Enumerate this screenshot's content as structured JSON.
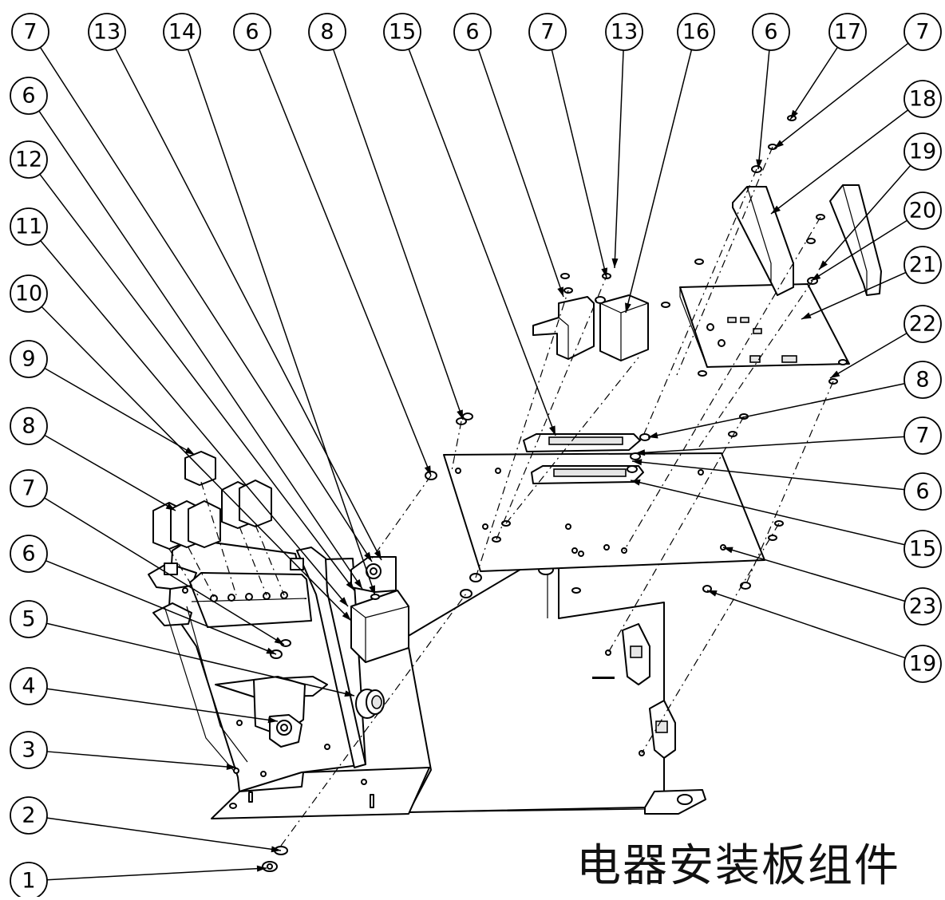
{
  "title": "电器安装板组件",
  "balloons": [
    {
      "label": "7"
    },
    {
      "label": "13"
    },
    {
      "label": "14"
    },
    {
      "label": "6"
    },
    {
      "label": "8"
    },
    {
      "label": "15"
    },
    {
      "label": "6"
    },
    {
      "label": "7"
    },
    {
      "label": "13"
    },
    {
      "label": "16"
    },
    {
      "label": "6"
    },
    {
      "label": "17"
    },
    {
      "label": "7"
    },
    {
      "label": "6"
    },
    {
      "label": "12"
    },
    {
      "label": "11"
    },
    {
      "label": "10"
    },
    {
      "label": "9"
    },
    {
      "label": "8"
    },
    {
      "label": "7"
    },
    {
      "label": "6"
    },
    {
      "label": "5"
    },
    {
      "label": "4"
    },
    {
      "label": "3"
    },
    {
      "label": "2"
    },
    {
      "label": "1"
    },
    {
      "label": "18"
    },
    {
      "label": "19"
    },
    {
      "label": "20"
    },
    {
      "label": "21"
    },
    {
      "label": "22"
    },
    {
      "label": "8"
    },
    {
      "label": "7"
    },
    {
      "label": "6"
    },
    {
      "label": "15"
    },
    {
      "label": "23"
    },
    {
      "label": "19"
    }
  ]
}
